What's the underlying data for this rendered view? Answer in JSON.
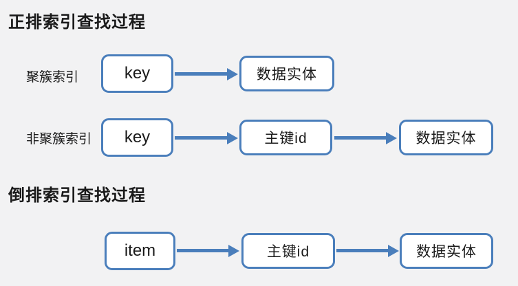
{
  "colors": {
    "accent": "#4a7ebb",
    "background": "#f2f2f3",
    "box_fill": "#ffffff",
    "text": "#1a1a1a"
  },
  "sections": [
    {
      "title": "正排索引查找过程",
      "rows": [
        {
          "label": "聚簇索引",
          "nodes": [
            "key",
            "数据实体"
          ]
        },
        {
          "label": "非聚簇索引",
          "nodes": [
            "key",
            "主键id",
            "数据实体"
          ]
        }
      ]
    },
    {
      "title": "倒排索引查找过程",
      "rows": [
        {
          "label": "",
          "nodes": [
            "item",
            "主键id",
            "数据实体"
          ]
        }
      ]
    }
  ]
}
